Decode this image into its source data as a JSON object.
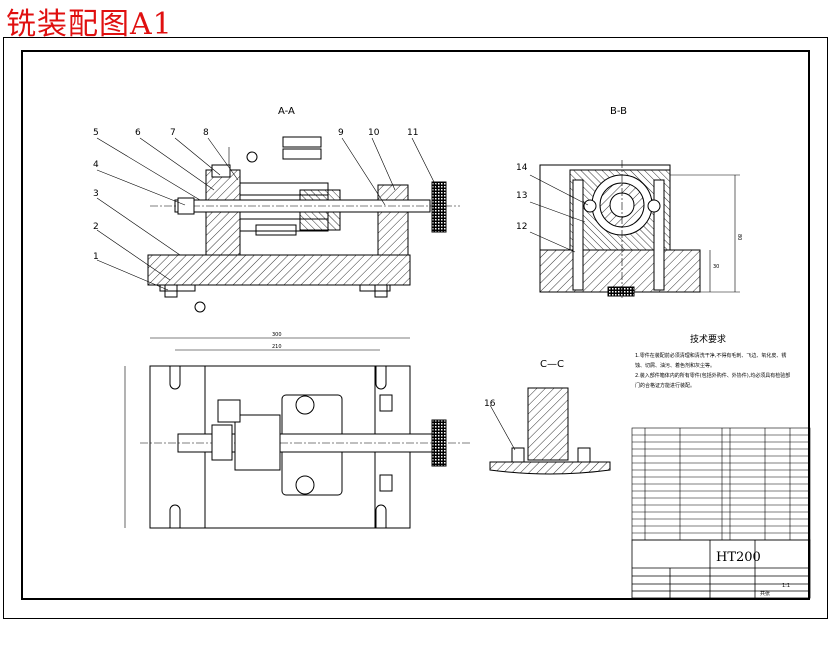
{
  "title": "铣装配图A1",
  "views": {
    "section_aa": "A-A",
    "section_bb": "B-B",
    "section_cc": "C—C"
  },
  "part_numbers": [
    "1",
    "2",
    "3",
    "4",
    "5",
    "6",
    "7",
    "8",
    "9",
    "10",
    "11",
    "12",
    "13",
    "14",
    "16"
  ],
  "dimensions": {
    "overall_width": "300",
    "inner_width": "210",
    "height_right": "80",
    "base_height": "30"
  },
  "tech_requirements": {
    "heading": "技术要求",
    "line1": "1.零件在装配前必须清理和清洗干净,不得有毛刺、飞边、氧化皮、锈",
    "line2": "蚀、切屑、油污、着色剂和灰尘等。",
    "line3": "2.装入部件箱体内的所有零件(包括外购件、外协件),均必须具有检验部",
    "line4": "门的合格证方能进行装配。"
  },
  "title_block": {
    "material": "HT200",
    "scale": "1:1",
    "sheet": "共张"
  }
}
